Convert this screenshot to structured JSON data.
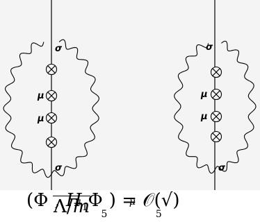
{
  "diagrams": [
    {
      "vertex_labels": [
        "σ",
        "μ",
        "μ",
        "σ"
      ]
    },
    {
      "vertex_labels": [
        "σ",
        "μ",
        "μ",
        "σ"
      ]
    }
  ],
  "formula": "(Φ₅^μ, H₁Φ₅^μ) = 𝒪(√(Λ/m))",
  "colors": {
    "line": "#000000",
    "panel": "#f4f4f4",
    "background": "#ffffff"
  }
}
